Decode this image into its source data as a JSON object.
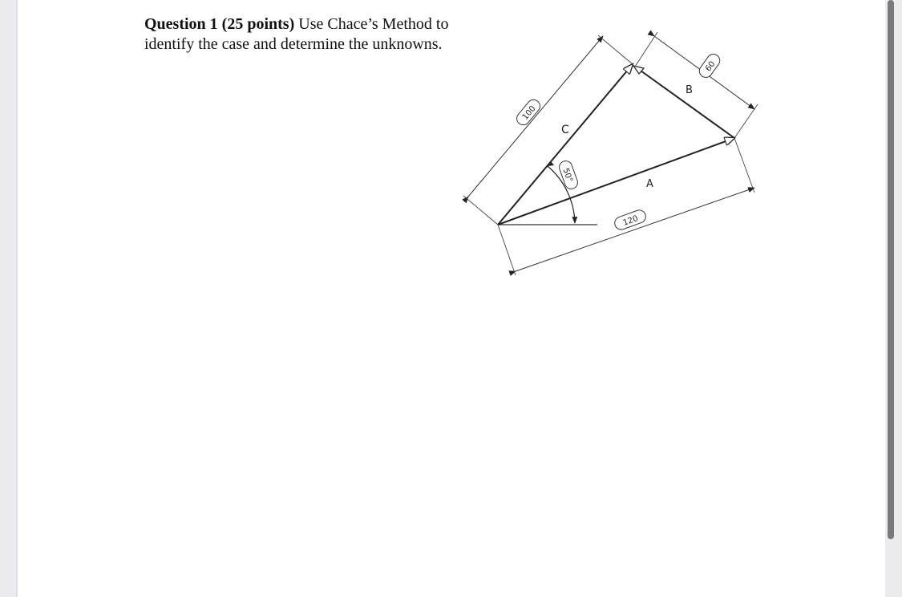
{
  "question": {
    "heading": "Question 1 (25 points)",
    "text": " Use Chace’s Method to identify the case and determine the unknowns."
  },
  "figure": {
    "vector_labels": {
      "a": "A",
      "b": "B",
      "c": "C"
    },
    "dimensions": {
      "c_length": "100",
      "b_length": "60",
      "a_length": "120",
      "angle": "50°"
    }
  }
}
